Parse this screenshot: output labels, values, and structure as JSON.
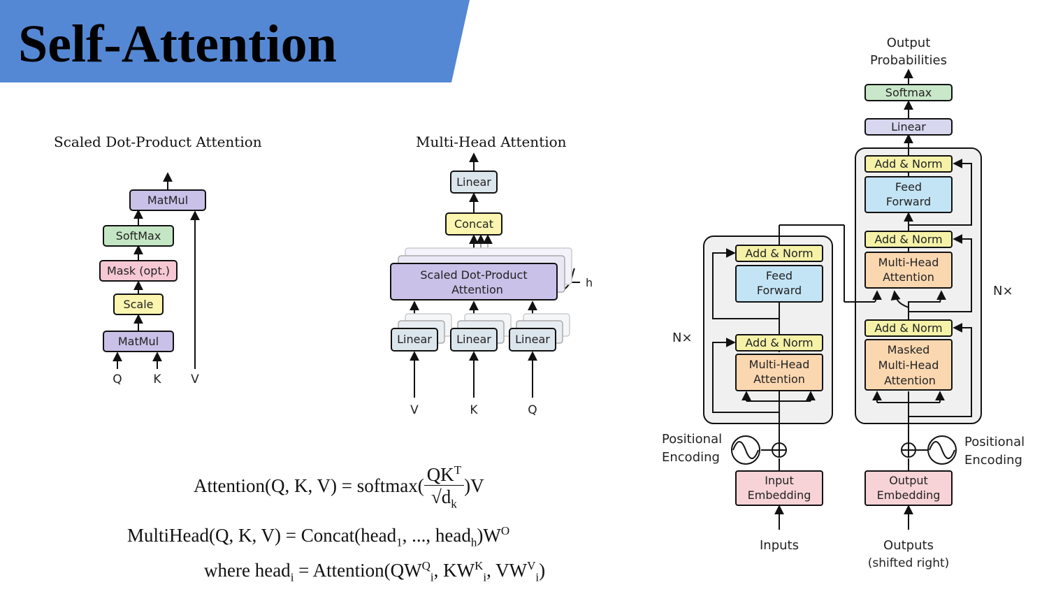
{
  "slide": {
    "title": "Self-Attention",
    "band_color": "#5588d4"
  },
  "sdpa": {
    "title": "Scaled Dot-Product Attention",
    "blocks": {
      "matmul_top": "MatMul",
      "softmax": "SoftMax",
      "mask": "Mask (opt.)",
      "scale": "Scale",
      "matmul_bottom": "MatMul"
    },
    "inputs": {
      "q": "Q",
      "k": "K",
      "v": "V"
    }
  },
  "mha": {
    "title": "Multi-Head Attention",
    "blocks": {
      "linear_top": "Linear",
      "concat": "Concat",
      "sdpa_line1": "Scaled Dot-Product",
      "sdpa_line2": "Attention",
      "linear_v": "Linear",
      "linear_k": "Linear",
      "linear_q": "Linear"
    },
    "heads_label": "h",
    "inputs": {
      "v": "V",
      "k": "K",
      "q": "Q"
    }
  },
  "transformer": {
    "output_line1": "Output",
    "output_line2": "Probabilities",
    "softmax": "Softmax",
    "linear": "Linear",
    "encoder": {
      "add_norm_top": "Add & Norm",
      "ff_line1": "Feed",
      "ff_line2": "Forward",
      "add_norm_bottom": "Add & Norm",
      "mha_line1": "Multi-Head",
      "mha_line2": "Attention",
      "nx": "N×",
      "pos_line1": "Positional",
      "pos_line2": "Encoding",
      "emb_line1": "Input",
      "emb_line2": "Embedding",
      "inputs": "Inputs"
    },
    "decoder": {
      "add_norm_top": "Add & Norm",
      "ff_line1": "Feed",
      "ff_line2": "Forward",
      "add_norm_mid": "Add & Norm",
      "mha_line1": "Multi-Head",
      "mha_line2": "Attention",
      "add_norm_bottom": "Add & Norm",
      "masked_line1": "Masked",
      "masked_line2": "Multi-Head",
      "masked_line3": "Attention",
      "nx": "N×",
      "pos_line1": "Positional",
      "pos_line2": "Encoding",
      "emb_line1": "Output",
      "emb_line2": "Embedding",
      "outputs_line1": "Outputs",
      "outputs_line2": "(shifted right)"
    }
  },
  "formulas": {
    "attention": {
      "lhs": "Attention(Q, K, V) = softmax(",
      "num": "QK",
      "num_sup": "T",
      "den": "√d",
      "den_sub": "k",
      "rhs": ")V"
    },
    "multihead": {
      "lhs": "MultiHead(Q, K, V) = Concat(head",
      "sub1": "1",
      "mid": ", ..., head",
      "subh": "h",
      "rhs": ")W",
      "sup": "O"
    },
    "head": {
      "lhs": "where head",
      "sub_i": "i",
      "mid1": " = Attention(QW",
      "sup_q": "Q",
      "sub_q": "i",
      "mid2": ", KW",
      "sup_k": "K",
      "sub_k": "i",
      "mid3": ", VW",
      "sup_v": "V",
      "sub_v": "i",
      "rhs": ")"
    }
  },
  "colors": {
    "matmul": "#c9c1e8",
    "softmax": "#c4e6c4",
    "mask": "#f6c8d4",
    "scale": "#fbf5b0",
    "linear": "#dbe5ec",
    "concat": "#fbf5b0",
    "add_norm": "#f5f2a8",
    "feed_forward": "#c3e4f5",
    "attention": "#fbd7b0",
    "embedding": "#f7d3d7",
    "out_linear": "#d7d7f0",
    "out_softmax": "#c9e7c9",
    "layer_bg": "#f0f0f0"
  }
}
